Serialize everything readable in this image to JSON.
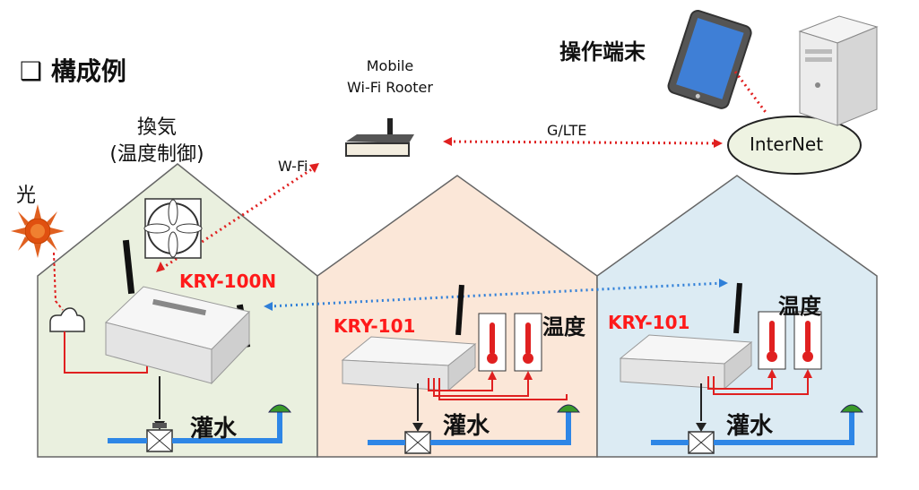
{
  "title": "❑ 構成例",
  "router": {
    "line1": "Mobile",
    "line2": "Wi-Fi Rooter"
  },
  "terminal_label": "操作端末",
  "internet_label": "InterNet",
  "lte_label": "G/LTE",
  "wifi_label": "W-Fi",
  "ventilation": {
    "line1": "換気",
    "line2": "(温度制御)"
  },
  "light_label": "光",
  "temperature_label": "温度",
  "watering_label": "灌水",
  "devices": {
    "main": "KRY-100N",
    "sub": "KRY-101"
  },
  "colors": {
    "house1": "#eaf0df",
    "house2": "#fbe7d8",
    "house3": "#dcebf3",
    "red_link": "#e02020",
    "blue_link": "#2f7fd8",
    "pipe": "#2e86e6"
  }
}
